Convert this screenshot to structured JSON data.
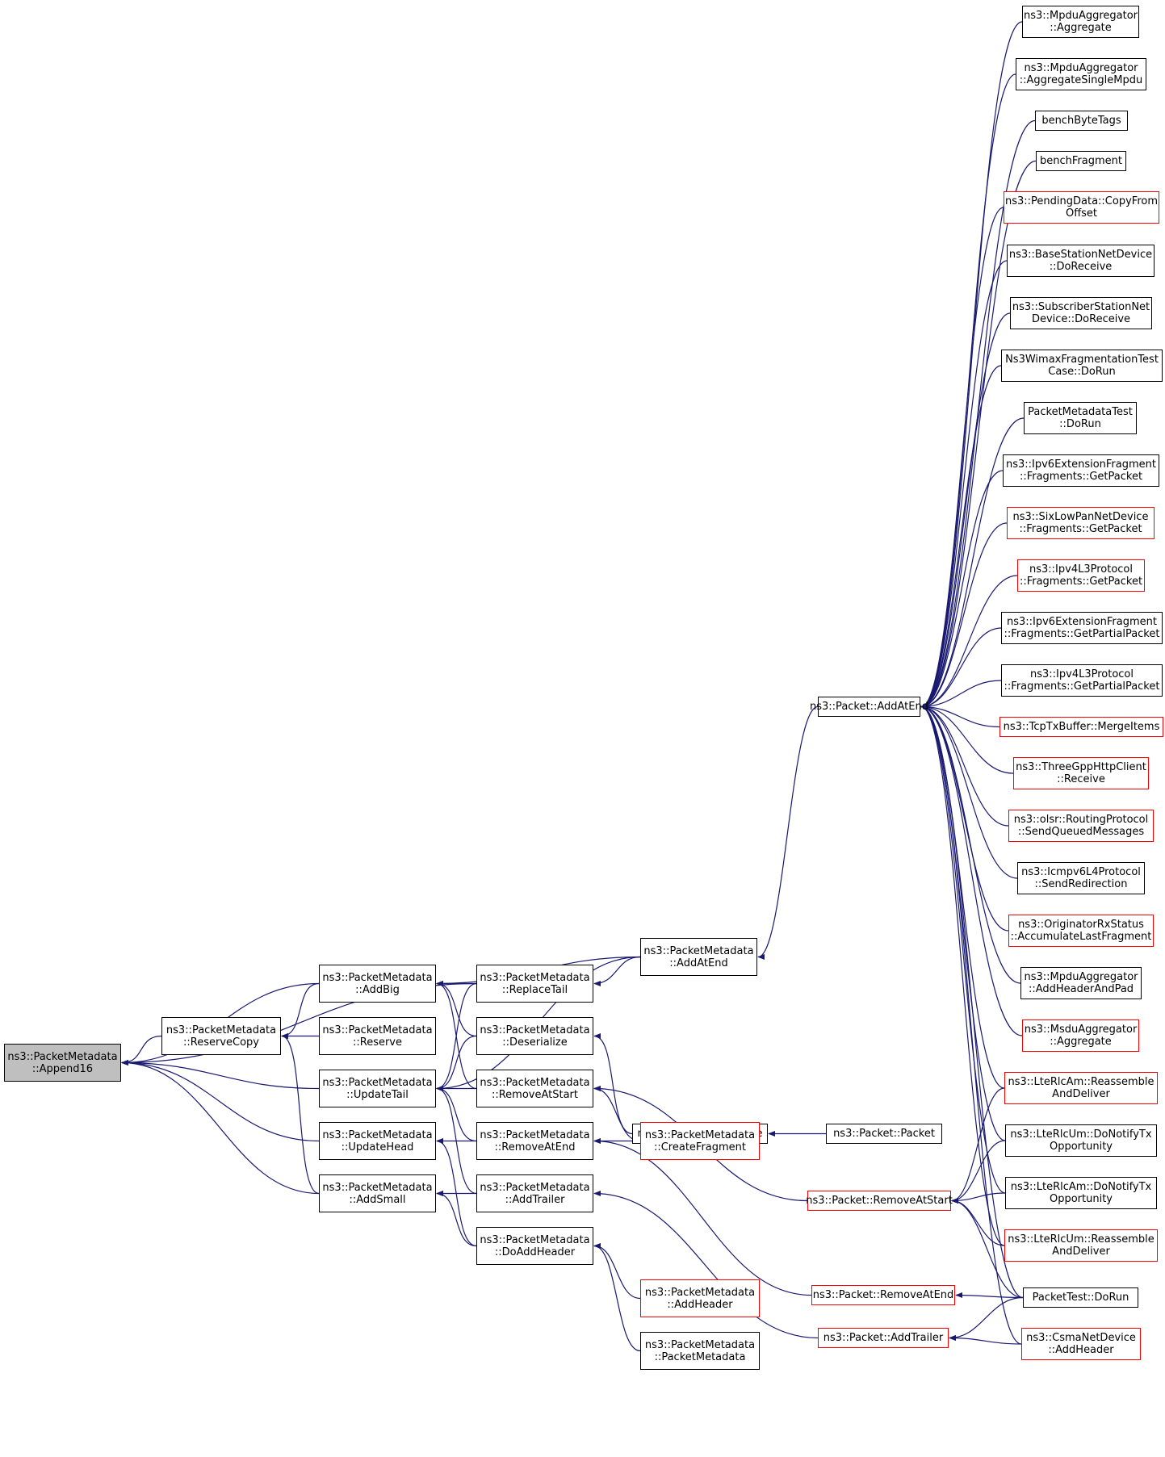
{
  "colors": {
    "edge": "#191970",
    "box_border": "#000000",
    "box_border_red": "#ff0000",
    "root_fill": "#bfbfbf"
  },
  "nodes": [
    {
      "id": "root",
      "lines": [
        "ns3::PacketMetadata",
        "::Append16"
      ],
      "style": "root"
    },
    {
      "id": "reservecopy",
      "lines": [
        "ns3::PacketMetadata",
        "::ReserveCopy"
      ],
      "style": "normal"
    },
    {
      "id": "addbig",
      "lines": [
        "ns3::PacketMetadata",
        "::AddBig"
      ],
      "style": "normal"
    },
    {
      "id": "reserve",
      "lines": [
        "ns3::PacketMetadata",
        "::Reserve"
      ],
      "style": "normal"
    },
    {
      "id": "updatetail",
      "lines": [
        "ns3::PacketMetadata",
        "::UpdateTail"
      ],
      "style": "normal"
    },
    {
      "id": "updatehead",
      "lines": [
        "ns3::PacketMetadata",
        "::UpdateHead"
      ],
      "style": "normal"
    },
    {
      "id": "addsmall",
      "lines": [
        "ns3::PacketMetadata",
        "::AddSmall"
      ],
      "style": "normal"
    },
    {
      "id": "replacetail",
      "lines": [
        "ns3::PacketMetadata",
        "::ReplaceTail"
      ],
      "style": "normal"
    },
    {
      "id": "deserialize",
      "lines": [
        "ns3::PacketMetadata",
        "::Deserialize"
      ],
      "style": "normal"
    },
    {
      "id": "removeatstart",
      "lines": [
        "ns3::PacketMetadata",
        "::RemoveAtStart"
      ],
      "style": "normal"
    },
    {
      "id": "removeatend",
      "lines": [
        "ns3::PacketMetadata",
        "::RemoveAtEnd"
      ],
      "style": "normal"
    },
    {
      "id": "addtrailer",
      "lines": [
        "ns3::PacketMetadata",
        "::AddTrailer"
      ],
      "style": "normal"
    },
    {
      "id": "doaddheader",
      "lines": [
        "ns3::PacketMetadata",
        "::DoAddHeader"
      ],
      "style": "normal"
    },
    {
      "id": "pm_addatend",
      "lines": [
        "ns3::PacketMetadata",
        "::AddAtEnd"
      ],
      "style": "normal"
    },
    {
      "id": "pk_deserialize",
      "lines": [
        "ns3::Packet::Deserialize"
      ],
      "style": "normal"
    },
    {
      "id": "createfragment",
      "lines": [
        "ns3::PacketMetadata",
        "::CreateFragment"
      ],
      "style": "red"
    },
    {
      "id": "pm_addheader",
      "lines": [
        "ns3::PacketMetadata",
        "::AddHeader"
      ],
      "style": "red"
    },
    {
      "id": "pm_packetmetadata",
      "lines": [
        "ns3::PacketMetadata",
        "::PacketMetadata"
      ],
      "style": "normal"
    },
    {
      "id": "pk_packet",
      "lines": [
        "ns3::Packet::Packet"
      ],
      "style": "normal"
    },
    {
      "id": "pk_removeatstart",
      "lines": [
        "ns3::Packet::RemoveAtStart"
      ],
      "style": "red"
    },
    {
      "id": "pk_removeatend",
      "lines": [
        "ns3::Packet::RemoveAtEnd"
      ],
      "style": "red"
    },
    {
      "id": "pk_addtrailer",
      "lines": [
        "ns3::Packet::AddTrailer"
      ],
      "style": "red"
    },
    {
      "id": "pk_addatend",
      "lines": [
        "ns3::Packet::AddAtEnd"
      ],
      "style": "normal"
    },
    {
      "id": "r_mpdu_agg",
      "lines": [
        "ns3::MpduAggregator",
        "::Aggregate"
      ],
      "style": "normal"
    },
    {
      "id": "r_mpdu_single",
      "lines": [
        "ns3::MpduAggregator",
        "::AggregateSingleMpdu"
      ],
      "style": "normal"
    },
    {
      "id": "r_benchbyte",
      "lines": [
        "benchByteTags"
      ],
      "style": "normal"
    },
    {
      "id": "r_benchfrag",
      "lines": [
        "benchFragment"
      ],
      "style": "normal"
    },
    {
      "id": "r_pending",
      "lines": [
        "ns3::PendingData::CopyFrom",
        "Offset"
      ],
      "style": "red"
    },
    {
      "id": "r_bs",
      "lines": [
        "ns3::BaseStationNetDevice",
        "::DoReceive"
      ],
      "style": "normal"
    },
    {
      "id": "r_ss",
      "lines": [
        "ns3::SubscriberStationNet",
        "Device::DoReceive"
      ],
      "style": "normal"
    },
    {
      "id": "r_wimax",
      "lines": [
        "Ns3WimaxFragmentationTest",
        "Case::DoRun"
      ],
      "style": "normal"
    },
    {
      "id": "r_pmtest",
      "lines": [
        "PacketMetadataTest",
        "::DoRun"
      ],
      "style": "normal"
    },
    {
      "id": "r_ipv6frag",
      "lines": [
        "ns3::Ipv6ExtensionFragment",
        "::Fragments::GetPacket"
      ],
      "style": "normal"
    },
    {
      "id": "r_sixlow",
      "lines": [
        "ns3::SixLowPanNetDevice",
        "::Fragments::GetPacket"
      ],
      "style": "red"
    },
    {
      "id": "r_ipv4frag",
      "lines": [
        "ns3::Ipv4L3Protocol",
        "::Fragments::GetPacket"
      ],
      "style": "red"
    },
    {
      "id": "r_ipv6partial",
      "lines": [
        "ns3::Ipv6ExtensionFragment",
        "::Fragments::GetPartialPacket"
      ],
      "style": "normal"
    },
    {
      "id": "r_ipv4partial",
      "lines": [
        "ns3::Ipv4L3Protocol",
        "::Fragments::GetPartialPacket"
      ],
      "style": "normal"
    },
    {
      "id": "r_tcptx",
      "lines": [
        "ns3::TcpTxBuffer::MergeItems"
      ],
      "style": "red"
    },
    {
      "id": "r_http",
      "lines": [
        "ns3::ThreeGppHttpClient",
        "::Receive"
      ],
      "style": "red"
    },
    {
      "id": "r_olsr",
      "lines": [
        "ns3::olsr::RoutingProtocol",
        "::SendQueuedMessages"
      ],
      "style": "red"
    },
    {
      "id": "r_icmp",
      "lines": [
        "ns3::Icmpv6L4Protocol",
        "::SendRedirection"
      ],
      "style": "normal"
    },
    {
      "id": "r_orig",
      "lines": [
        "ns3::OriginatorRxStatus",
        "::AccumulateLastFragment"
      ],
      "style": "red"
    },
    {
      "id": "r_mpdu_pad",
      "lines": [
        "ns3::MpduAggregator",
        "::AddHeaderAndPad"
      ],
      "style": "normal"
    },
    {
      "id": "r_msdu",
      "lines": [
        "ns3::MsduAggregator",
        "::Aggregate"
      ],
      "style": "red"
    },
    {
      "id": "r_ltealm_re",
      "lines": [
        "ns3::LteRlcAm::Reassemble",
        "AndDeliver"
      ],
      "style": "red"
    },
    {
      "id": "r_lteum_tx",
      "lines": [
        "ns3::LteRlcUm::DoNotifyTx",
        "Opportunity"
      ],
      "style": "normal"
    },
    {
      "id": "r_ltealm_tx",
      "lines": [
        "ns3::LteRlcAm::DoNotifyTx",
        "Opportunity"
      ],
      "style": "normal"
    },
    {
      "id": "r_lteum_re",
      "lines": [
        "ns3::LteRlcUm::Reassemble",
        "AndDeliver"
      ],
      "style": "red"
    },
    {
      "id": "r_packettest",
      "lines": [
        "PacketTest::DoRun"
      ],
      "style": "normal"
    },
    {
      "id": "r_csma",
      "lines": [
        "ns3::CsmaNetDevice",
        "::AddHeader"
      ],
      "style": "red"
    }
  ],
  "edges": [
    [
      "reservecopy",
      "root"
    ],
    [
      "addbig",
      "root"
    ],
    [
      "updatetail",
      "root"
    ],
    [
      "updatehead",
      "root"
    ],
    [
      "addsmall",
      "root"
    ],
    [
      "replacetail",
      "root"
    ],
    [
      "addbig",
      "reservecopy"
    ],
    [
      "reserve",
      "reservecopy"
    ],
    [
      "addsmall",
      "reservecopy"
    ],
    [
      "pm_addatend",
      "addbig"
    ],
    [
      "replacetail",
      "addbig"
    ],
    [
      "deserialize",
      "addbig"
    ],
    [
      "removeatstart",
      "addbig"
    ],
    [
      "replacetail",
      "updatetail"
    ],
    [
      "deserialize",
      "updatetail"
    ],
    [
      "removeatstart",
      "updatetail"
    ],
    [
      "removeatend",
      "updatetail"
    ],
    [
      "pm_addatend",
      "updatetail"
    ],
    [
      "addtrailer",
      "updatetail"
    ],
    [
      "removeatend",
      "updatehead"
    ],
    [
      "doaddheader",
      "updatehead"
    ],
    [
      "addtrailer",
      "addsmall"
    ],
    [
      "doaddheader",
      "addsmall"
    ],
    [
      "pm_addatend",
      "replacetail"
    ],
    [
      "pk_deserialize",
      "deserialize"
    ],
    [
      "pk_removeatstart",
      "removeatstart"
    ],
    [
      "createfragment",
      "removeatstart"
    ],
    [
      "createfragment",
      "removeatend"
    ],
    [
      "pk_removeatend",
      "removeatend"
    ],
    [
      "pk_addtrailer",
      "addtrailer"
    ],
    [
      "pm_addheader",
      "doaddheader"
    ],
    [
      "pm_packetmetadata",
      "doaddheader"
    ],
    [
      "pk_addatend",
      "pm_addatend"
    ],
    [
      "pk_packet",
      "pk_deserialize"
    ],
    [
      "r_ltealm_re",
      "pk_removeatstart"
    ],
    [
      "r_lteum_tx",
      "pk_removeatstart"
    ],
    [
      "r_ltealm_tx",
      "pk_removeatstart"
    ],
    [
      "r_lteum_re",
      "pk_removeatstart"
    ],
    [
      "r_packettest",
      "pk_removeatstart"
    ],
    [
      "r_packettest",
      "pk_removeatend"
    ],
    [
      "r_packettest",
      "pk_addtrailer"
    ],
    [
      "r_csma",
      "pk_addtrailer"
    ],
    [
      "r_mpdu_agg",
      "pk_addatend"
    ],
    [
      "r_mpdu_single",
      "pk_addatend"
    ],
    [
      "r_benchbyte",
      "pk_addatend"
    ],
    [
      "r_benchfrag",
      "pk_addatend"
    ],
    [
      "r_pending",
      "pk_addatend"
    ],
    [
      "r_bs",
      "pk_addatend"
    ],
    [
      "r_ss",
      "pk_addatend"
    ],
    [
      "r_wimax",
      "pk_addatend"
    ],
    [
      "r_pmtest",
      "pk_addatend"
    ],
    [
      "r_ipv6frag",
      "pk_addatend"
    ],
    [
      "r_sixlow",
      "pk_addatend"
    ],
    [
      "r_ipv4frag",
      "pk_addatend"
    ],
    [
      "r_ipv6partial",
      "pk_addatend"
    ],
    [
      "r_ipv4partial",
      "pk_addatend"
    ],
    [
      "r_tcptx",
      "pk_addatend"
    ],
    [
      "r_http",
      "pk_addatend"
    ],
    [
      "r_olsr",
      "pk_addatend"
    ],
    [
      "r_icmp",
      "pk_addatend"
    ],
    [
      "r_orig",
      "pk_addatend"
    ],
    [
      "r_mpdu_pad",
      "pk_addatend"
    ],
    [
      "r_msdu",
      "pk_addatend"
    ],
    [
      "r_ltealm_re",
      "pk_addatend"
    ],
    [
      "r_lteum_tx",
      "pk_addatend"
    ],
    [
      "r_ltealm_tx",
      "pk_addatend"
    ],
    [
      "r_lteum_re",
      "pk_addatend"
    ],
    [
      "r_packettest",
      "pk_addatend"
    ],
    [
      "r_csma",
      "pk_addatend"
    ]
  ]
}
